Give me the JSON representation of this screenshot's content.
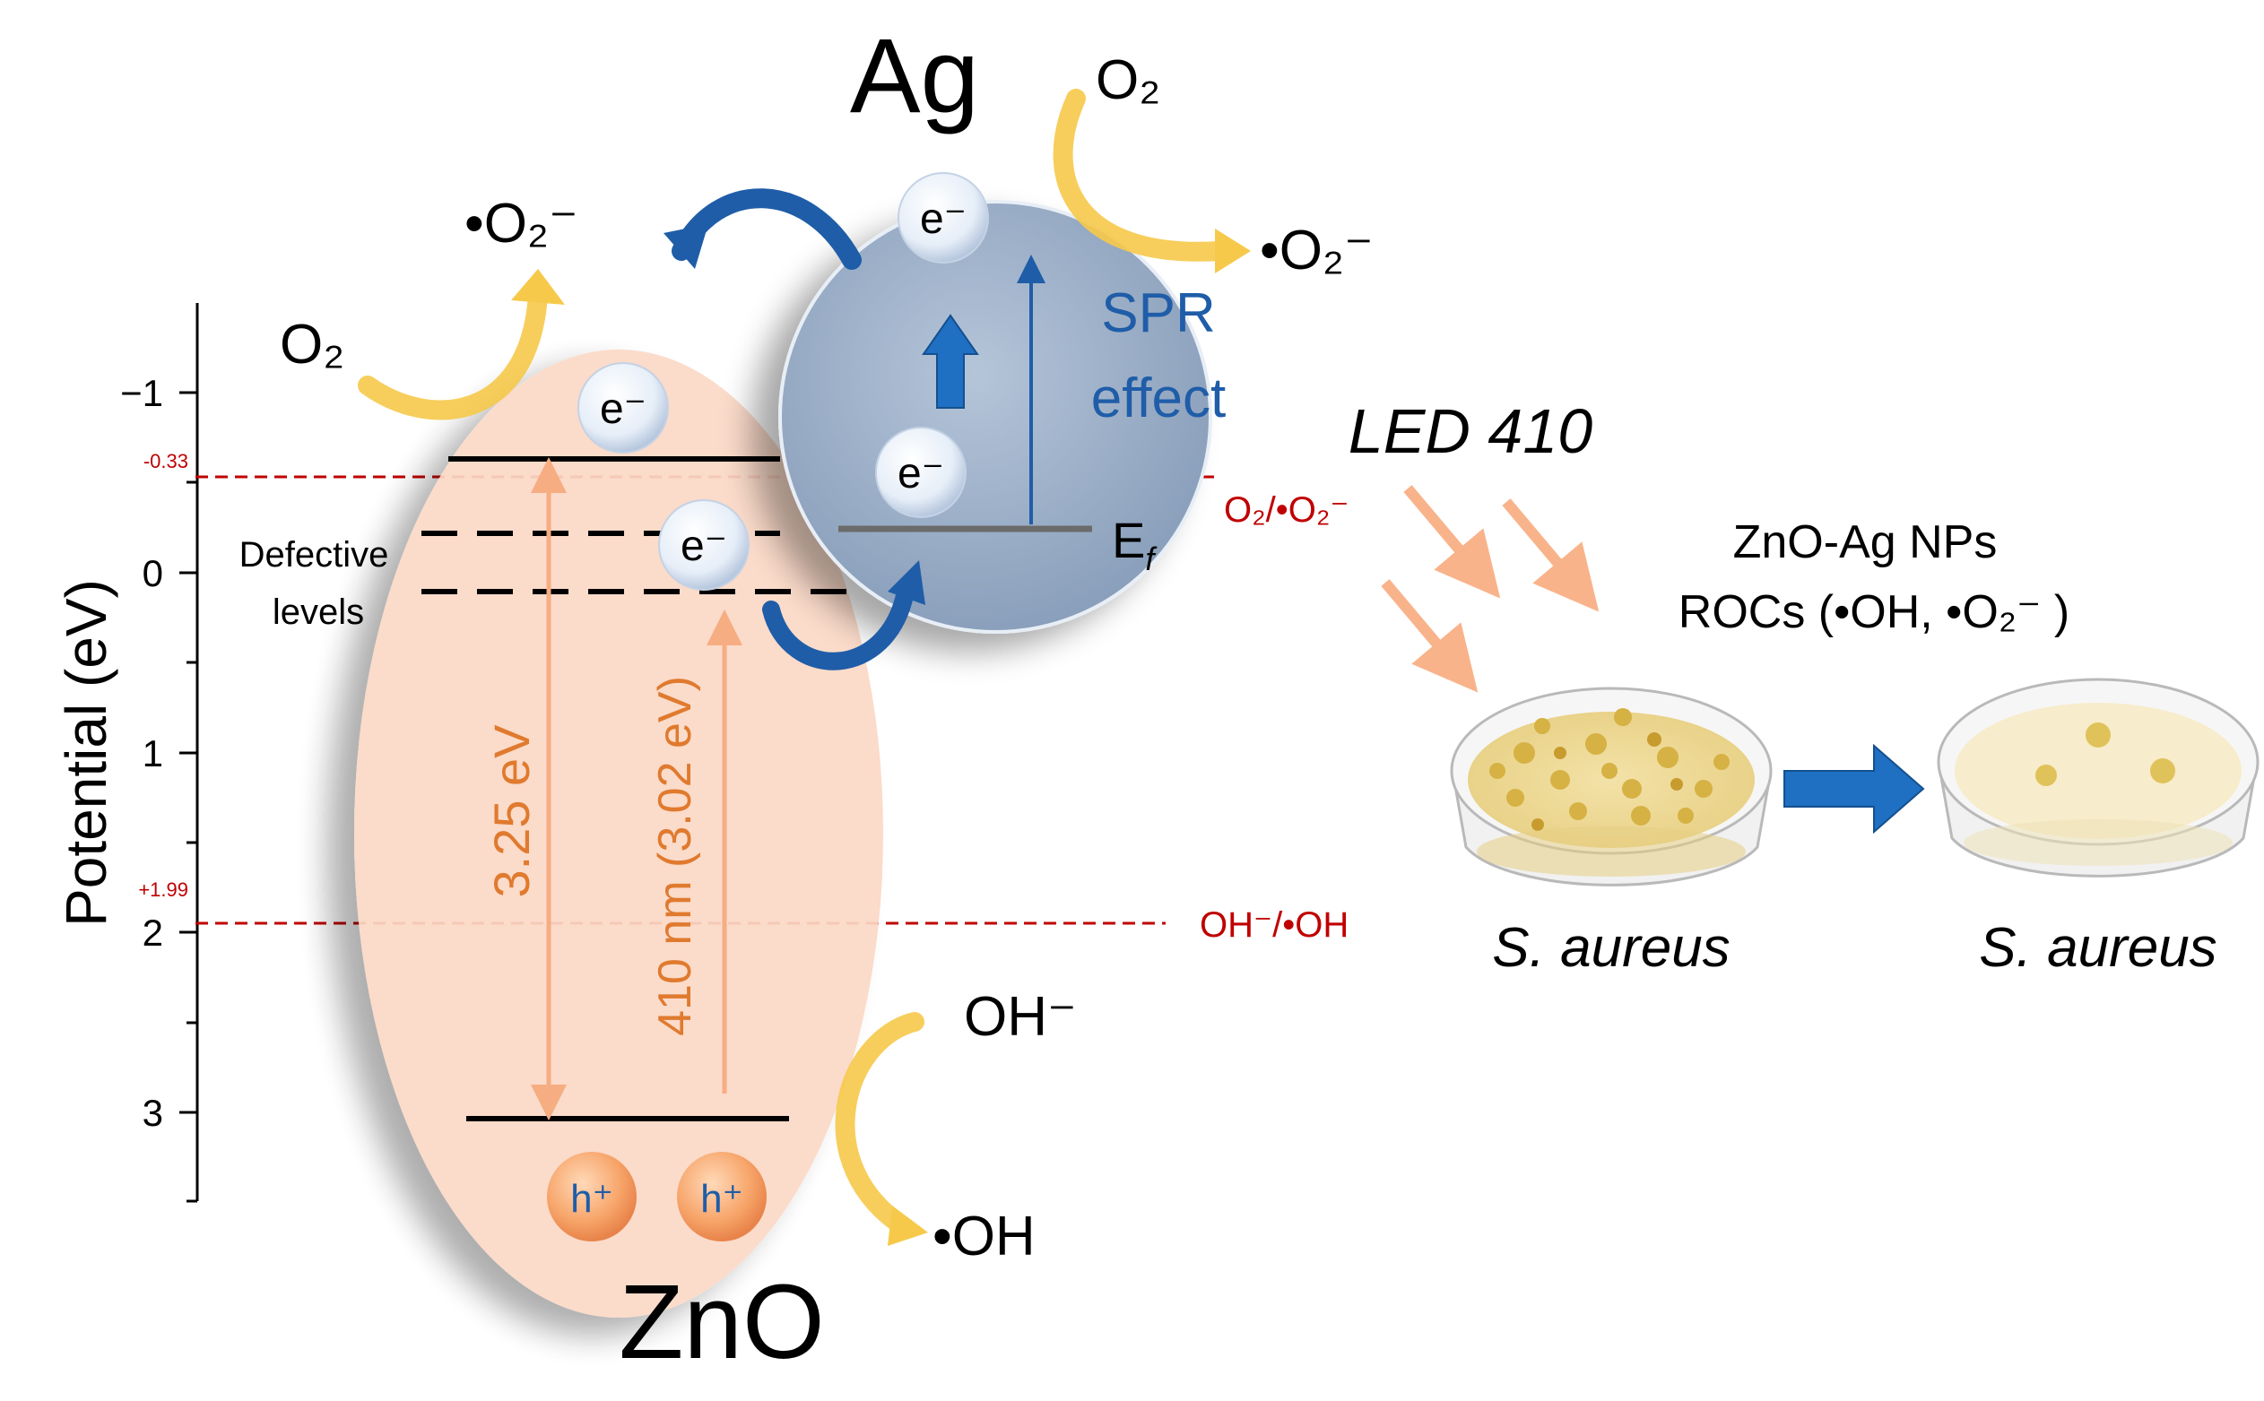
{
  "axis": {
    "label": "Potential (eV)",
    "ticks": [
      "−1",
      "0",
      "1",
      "2",
      "3"
    ],
    "range": [
      -1.5,
      3.5
    ],
    "ref_lines": [
      {
        "value": -0.33,
        "label": "-0.33",
        "couple": "O₂/•O₂⁻"
      },
      {
        "value": 1.99,
        "label": "+1.99",
        "couple": "OH⁻/•OH"
      }
    ]
  },
  "labels": {
    "ag": "Ag",
    "zno": "ZnO",
    "electron": "e⁻",
    "hole": "h⁺",
    "spr_line1": "SPR",
    "spr_line2": "effect",
    "fermi": "E",
    "fermi_sub": "f",
    "defective_line1": "Defective",
    "defective_line2": "levels",
    "gap": "3.25 eV",
    "excitation": "410 nm (3.02 eV)",
    "o2": "O₂",
    "superoxide": "•O₂⁻",
    "oh_minus": "OH⁻",
    "hydroxyl": "•OH"
  },
  "right_panel": {
    "led": "LED 410",
    "treatment_line1": "ZnO-Ag NPs",
    "treatment_line2": "ROCs (•OH, •O₂⁻ )",
    "dish_before": "S. aureus",
    "dish_after": "S. aureus"
  },
  "colors": {
    "red_dash": "#c00000",
    "orange": "#e07a2e",
    "blue": "#1f5da8",
    "zno_fill": "#fbd9c6",
    "ag_fill": "#93a8c4",
    "yellow_arrow": "#f6c94a"
  }
}
